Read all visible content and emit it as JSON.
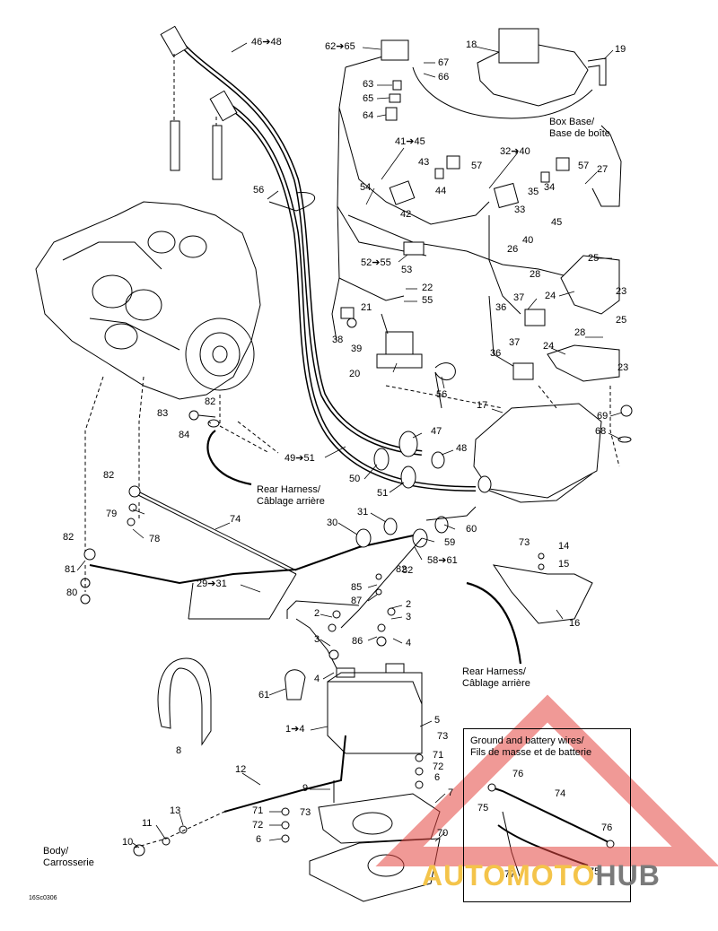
{
  "notes": {
    "box_base": "Box Base/\nBase de boîte",
    "rear_harness_1": "Rear Harness/\nCâblage arrière",
    "rear_harness_2": "Rear Harness/\nCâblage arrière",
    "body": "Body/\nCarrosserie",
    "inset_title": "Ground and battery wires/\nFils de masse et de batterie",
    "drawing_code": "16Sc0306"
  },
  "logo": {
    "part1": "AUTOMOTO",
    "part2": "HUB"
  },
  "callouts": [
    {
      "id": "c1",
      "text": "46➔48"
    },
    {
      "id": "c2",
      "text": "62➔65"
    },
    {
      "id": "c3",
      "text": "18"
    },
    {
      "id": "c4",
      "text": "19"
    },
    {
      "id": "c5",
      "text": "67"
    },
    {
      "id": "c6",
      "text": "66"
    },
    {
      "id": "c7",
      "text": "63"
    },
    {
      "id": "c8",
      "text": "65"
    },
    {
      "id": "c9",
      "text": "64"
    },
    {
      "id": "c10",
      "text": "41➔45"
    },
    {
      "id": "c11",
      "text": "32➔40"
    },
    {
      "id": "c12",
      "text": "43"
    },
    {
      "id": "c13",
      "text": "57"
    },
    {
      "id": "c14",
      "text": "57"
    },
    {
      "id": "c15",
      "text": "27"
    },
    {
      "id": "c16",
      "text": "54"
    },
    {
      "id": "c17",
      "text": "44"
    },
    {
      "id": "c18",
      "text": "35"
    },
    {
      "id": "c19",
      "text": "34"
    },
    {
      "id": "c20",
      "text": "42"
    },
    {
      "id": "c21",
      "text": "33"
    },
    {
      "id": "c22",
      "text": "45"
    },
    {
      "id": "c23",
      "text": "40"
    },
    {
      "id": "c24",
      "text": "26"
    },
    {
      "id": "c25",
      "text": "56"
    },
    {
      "id": "c26",
      "text": "52➔55"
    },
    {
      "id": "c27",
      "text": "53"
    },
    {
      "id": "c28",
      "text": "25"
    },
    {
      "id": "c29",
      "text": "28"
    },
    {
      "id": "c30",
      "text": "24"
    },
    {
      "id": "c31",
      "text": "23"
    },
    {
      "id": "c32",
      "text": "22"
    },
    {
      "id": "c33",
      "text": "55"
    },
    {
      "id": "c34",
      "text": "37"
    },
    {
      "id": "c35",
      "text": "36"
    },
    {
      "id": "c36",
      "text": "21"
    },
    {
      "id": "c37",
      "text": "25"
    },
    {
      "id": "c38",
      "text": "38"
    },
    {
      "id": "c39",
      "text": "39"
    },
    {
      "id": "c40",
      "text": "28"
    },
    {
      "id": "c41",
      "text": "37"
    },
    {
      "id": "c42",
      "text": "24"
    },
    {
      "id": "c43",
      "text": "36"
    },
    {
      "id": "c44",
      "text": "23"
    },
    {
      "id": "c45",
      "text": "20"
    },
    {
      "id": "c46",
      "text": "56"
    },
    {
      "id": "c47",
      "text": "17"
    },
    {
      "id": "c48",
      "text": "82"
    },
    {
      "id": "c49",
      "text": "69"
    },
    {
      "id": "c50",
      "text": "83"
    },
    {
      "id": "c51",
      "text": "84"
    },
    {
      "id": "c52",
      "text": "47"
    },
    {
      "id": "c53",
      "text": "68"
    },
    {
      "id": "c54",
      "text": "48"
    },
    {
      "id": "c55",
      "text": "49➔51"
    },
    {
      "id": "c56",
      "text": "50"
    },
    {
      "id": "c57",
      "text": "51"
    },
    {
      "id": "c58",
      "text": "82"
    },
    {
      "id": "c59",
      "text": "79"
    },
    {
      "id": "c60",
      "text": "78"
    },
    {
      "id": "c61",
      "text": "74"
    },
    {
      "id": "c62",
      "text": "31"
    },
    {
      "id": "c63",
      "text": "30"
    },
    {
      "id": "c64",
      "text": "60"
    },
    {
      "id": "c65",
      "text": "59"
    },
    {
      "id": "c66",
      "text": "82"
    },
    {
      "id": "c67",
      "text": "73"
    },
    {
      "id": "c68",
      "text": "14"
    },
    {
      "id": "c69",
      "text": "15"
    },
    {
      "id": "c70",
      "text": "81"
    },
    {
      "id": "c71",
      "text": "58➔61"
    },
    {
      "id": "c72",
      "text": "82"
    },
    {
      "id": "c73",
      "text": "29➔31"
    },
    {
      "id": "c74",
      "text": "85"
    },
    {
      "id": "c75",
      "text": "87"
    },
    {
      "id": "c76",
      "text": "80"
    },
    {
      "id": "c77",
      "text": "2"
    },
    {
      "id": "c78",
      "text": "2"
    },
    {
      "id": "c79",
      "text": "3"
    },
    {
      "id": "c80",
      "text": "3"
    },
    {
      "id": "c81",
      "text": "16"
    },
    {
      "id": "c82",
      "text": "86"
    },
    {
      "id": "c83",
      "text": "4"
    },
    {
      "id": "c84",
      "text": "4"
    },
    {
      "id": "c85",
      "text": "61"
    },
    {
      "id": "c86",
      "text": "1➔4"
    },
    {
      "id": "c87",
      "text": "5"
    },
    {
      "id": "c88",
      "text": "73"
    },
    {
      "id": "c89",
      "text": "8"
    },
    {
      "id": "c90",
      "text": "71"
    },
    {
      "id": "c91",
      "text": "72"
    },
    {
      "id": "c92",
      "text": "6"
    },
    {
      "id": "c93",
      "text": "12"
    },
    {
      "id": "c94",
      "text": "9"
    },
    {
      "id": "c95",
      "text": "7"
    },
    {
      "id": "c96",
      "text": "71"
    },
    {
      "id": "c97",
      "text": "73"
    },
    {
      "id": "c98",
      "text": "13"
    },
    {
      "id": "c99",
      "text": "72"
    },
    {
      "id": "c100",
      "text": "11"
    },
    {
      "id": "c101",
      "text": "6"
    },
    {
      "id": "c102",
      "text": "70"
    },
    {
      "id": "c103",
      "text": "10"
    },
    {
      "id": "c104",
      "text": "76"
    },
    {
      "id": "c105",
      "text": "74"
    },
    {
      "id": "c106",
      "text": "75"
    },
    {
      "id": "c107",
      "text": "76"
    },
    {
      "id": "c108",
      "text": "77"
    },
    {
      "id": "c109",
      "text": "75"
    },
    {
      "id": "c110",
      "text": "82"
    }
  ]
}
